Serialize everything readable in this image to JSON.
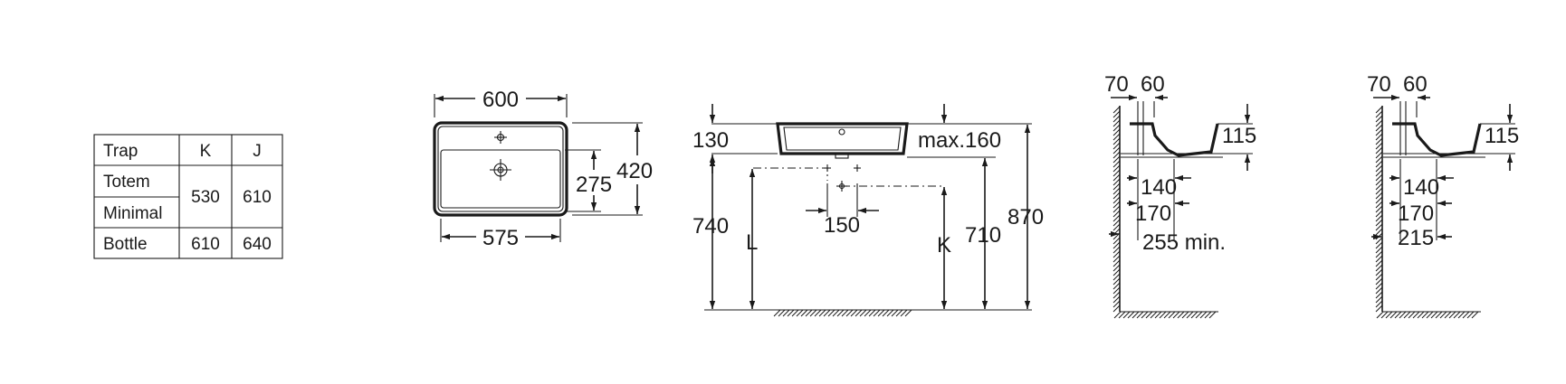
{
  "trap_table": {
    "headers": [
      "Trap",
      "K",
      "J"
    ],
    "rows": [
      {
        "trap": "Totem",
        "k": "530",
        "j": "610"
      },
      {
        "trap": "Minimal"
      },
      {
        "trap": "Bottle",
        "k": "610",
        "j": "640"
      }
    ]
  },
  "top_view": {
    "overall_width": "600",
    "inner_width": "575",
    "depth": "420",
    "bowl_depth": "275"
  },
  "front_view": {
    "rim_height": "130",
    "max_height": "max.160",
    "floor_to_rim": "740",
    "tap_spacing": "150",
    "trap_height_label_l": "L",
    "trap_height_label_k": "K",
    "floor_to_countertop": "710",
    "floor_to_top": "870"
  },
  "side_view_a": {
    "offset_1": "70",
    "offset_2": "60",
    "height": "115",
    "dist_1": "140",
    "dist_2": "170",
    "dist_3": "255 min."
  },
  "side_view_b": {
    "offset_1": "70",
    "offset_2": "60",
    "height": "115",
    "dist_1": "140",
    "dist_2": "170",
    "dist_3": "215"
  }
}
